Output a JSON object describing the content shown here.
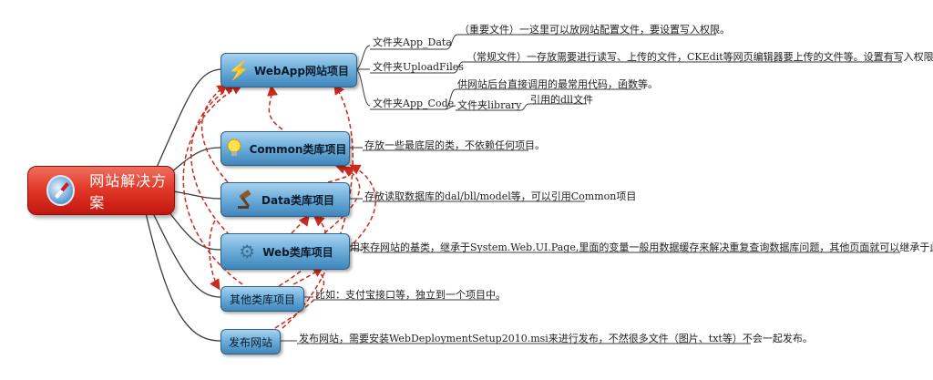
{
  "root": {
    "label": "网站解决方案",
    "icon": "compass-icon"
  },
  "nodes": {
    "webapp": {
      "label": "WebApp网站项目",
      "icon": "lightning-icon"
    },
    "common": {
      "label": "Common类库项目",
      "icon": "lightbulb-icon"
    },
    "data": {
      "label": "Data类库项目",
      "icon": "gavel-icon"
    },
    "web": {
      "label": "Web类库项目",
      "icon": "gears-icon"
    },
    "other": {
      "label": "其他类库项目"
    },
    "publish": {
      "label": "发布网站"
    }
  },
  "webapp_children": {
    "app_data": {
      "label": "文件夹App_Data",
      "note": "（重要文件）一这里可以放网站配置文件，要设置写入权限。"
    },
    "upload": {
      "label": "文件夹UploadFiles",
      "note": "（常规文件）一存放需要进行读写、上传的文件，CKEdit等网页编辑器要上传的文件等。设置有写入权限。"
    },
    "app_code": {
      "label": "文件夹App_Code",
      "note": "供网站后台直接调用的最常用代码，函数等。",
      "sub_label": "文件夹library",
      "sub_note": "引用的dll文件"
    }
  },
  "notes": {
    "common": "存放一些最底层的类，不依赖任何项目。",
    "data": "存放读取数据库的dal/bll/model等，可以引用Common项目",
    "web": "用来存网站的基类，继承于System.Web.UI.Page,里面的变量一般用数据缓存来解决重复查询数据库问题，其他页面就可以继承于此类。",
    "other": "比如：支付宝接口等，独立到一个项目中。",
    "publish": "发布网站，需要安装WebDeploymentSetup2010.msi来进行发布，不然很多文件（图片、txt等）不会一起发布。"
  },
  "colors": {
    "root": "#d8261a",
    "node": "#5a9fd0",
    "dependency_arrow": "#cc2a1e",
    "branch_line": "#3a3a3a"
  }
}
